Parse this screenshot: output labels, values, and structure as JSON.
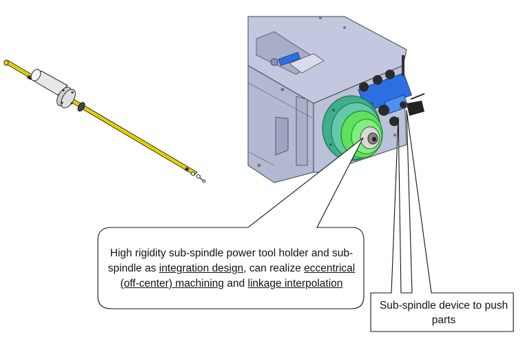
{
  "callouts": {
    "main": {
      "line1": "High rigidity sub-spindle power tool holder and sub-",
      "line2_a": "spindle as ",
      "line2_link": "integration design",
      "line2_b": ", can realize ",
      "line2_term": "eccentrical",
      "line3_link1": "(off-center) machining",
      "line3_mid": " and ",
      "line3_link2": "linkage interpolation"
    },
    "push": {
      "line1": "Sub-spindle device to push",
      "line2": "parts"
    }
  },
  "colors": {
    "rod": "#f5e400",
    "housing": "#b8bdd6",
    "spindle_green": "#5fe05f",
    "flange_teal": "#3fae8a",
    "valves_blue": "#2d6fe0"
  }
}
